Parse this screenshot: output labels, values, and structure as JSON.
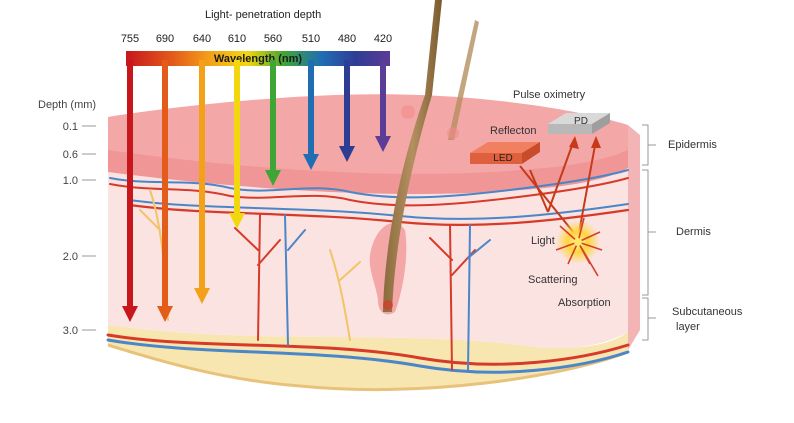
{
  "title": "Light- penetration depth",
  "wavelength_label": "Wavelength (nm)",
  "depth_label": "Depth (mm)",
  "wavelengths": [
    "755",
    "690",
    "640",
    "610",
    "560",
    "510",
    "480",
    "420"
  ],
  "depth_ticks": [
    "0.1",
    "0.6",
    "1.0",
    "2.0",
    "3.0"
  ],
  "layers": {
    "epidermis": "Epidermis",
    "dermis": "Dermis",
    "subcutaneous_1": "Subcutaneous",
    "subcutaneous_2": "layer"
  },
  "pulse": {
    "title": "Pulse oximetry",
    "reflection": "Reflecton",
    "pd": "PD",
    "led": "LED",
    "light": "Light",
    "scattering": "Scattering",
    "absorption": "Absorption"
  },
  "colors": {
    "arrows": [
      "#c8161d",
      "#e35c1a",
      "#f4a11a",
      "#f2d70f",
      "#3fa535",
      "#1f6eb4",
      "#2e3d94",
      "#5b3c96"
    ],
    "epidermis": "#f4a7a7",
    "dermis": "#fbe3e2",
    "fat": "#f8e6b0",
    "artery": "#d63b2a",
    "vein": "#4a86c8"
  }
}
